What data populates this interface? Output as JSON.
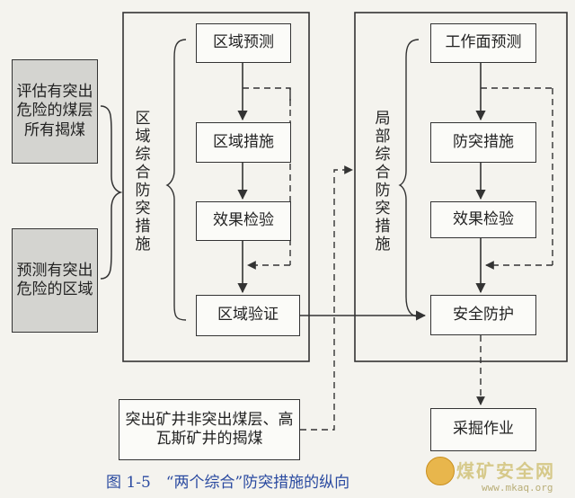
{
  "diagram": {
    "left_inputs": {
      "assess": "评估有突出危险的煤层所有揭煤",
      "predict": "预测有突出危险的区域"
    },
    "regional": {
      "group_label": "区域综合防突措施",
      "predict": "区域预测",
      "measures": "区域措施",
      "check": "效果检验",
      "verify": "区域验证"
    },
    "local": {
      "group_label": "局部综合防突措施",
      "predict": "工作面预测",
      "measures": "防突措施",
      "check": "效果检验",
      "protect": "安全防护"
    },
    "mining": "采掘作业",
    "other_case": "突出矿井非突出煤层、高瓦斯矿井的揭煤"
  },
  "caption": "图 1-5　“两个综合”防突措施的纵向",
  "watermark": {
    "name": "煤矿安全网",
    "url": "www.mkaq.org"
  }
}
